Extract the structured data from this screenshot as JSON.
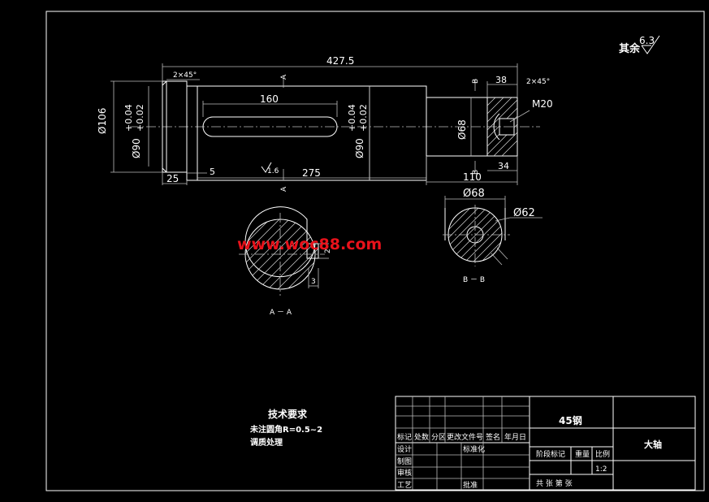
{
  "drawing": {
    "surface_roughness": {
      "prefix": "其余",
      "value": "6.3"
    },
    "dimensions": {
      "overall_length": "427.5",
      "dia_106": "Ø106",
      "dia_90": "Ø90",
      "tol_upper": "+0.04",
      "tol_lower": "+0.02",
      "keyway_length": "160",
      "dia_68": "Ø68",
      "chamfer_left": "2×45°",
      "chamfer_right": "2×45°",
      "len_38": "38",
      "thread": "M20",
      "len_25": "25",
      "len_5": "5",
      "roughness_16": "1.6",
      "len_275": "275",
      "len_110": "110",
      "len_34": "34",
      "bottom_dia_68": "Ø68",
      "dia_62": "Ø62",
      "key_depth": "3",
      "key_width": "2"
    },
    "section_marks": {
      "a": "A",
      "b": "B"
    },
    "section_aa_label": "A － A",
    "section_bb_label": "B － B"
  },
  "watermark": "www.woc88.com",
  "tech_requirements": {
    "title": "技术要求",
    "line1": "未注圆角R=0.5~2",
    "line2": "调质处理"
  },
  "title_block": {
    "material": "45钢",
    "part_name": "大轴",
    "revision_headers": [
      "标记",
      "处数",
      "分区",
      "更改文件号",
      "签名",
      "年月日"
    ],
    "rows": [
      {
        "label": "设计",
        "extra": "标准化"
      },
      {
        "label": "制图",
        "extra": ""
      },
      {
        "label": "审核",
        "extra": ""
      },
      {
        "label": "工艺",
        "extra": "批准"
      }
    ],
    "stage_header": "阶段标记",
    "weight_header": "重量",
    "scale_header": "比例",
    "scale": "1:2",
    "sheet_info": "共  张 第  张"
  }
}
